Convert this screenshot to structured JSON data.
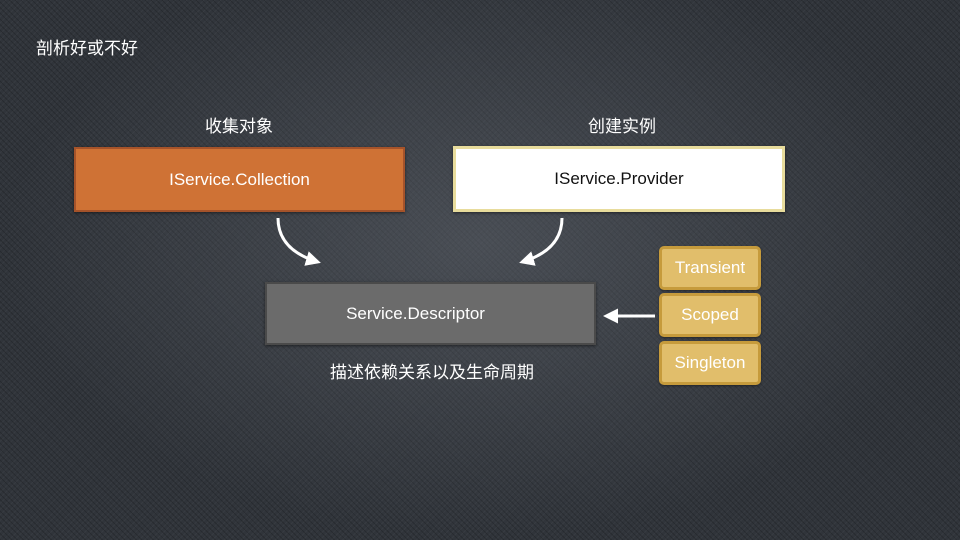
{
  "slide": {
    "title": "剖析好或不好"
  },
  "diagram": {
    "collection": {
      "caption": "收集对象",
      "label": "IService.Collection"
    },
    "provider": {
      "caption": "创建实例",
      "label": "IService.Provider"
    },
    "descriptor": {
      "label": "Service.Descriptor",
      "caption": "描述依赖关系以及生命周期"
    },
    "lifetimes": [
      {
        "label": "Transient"
      },
      {
        "label": "Scoped"
      },
      {
        "label": "Singleton"
      }
    ]
  },
  "colors": {
    "collection_fill": "#cf7235",
    "provider_fill": "#ffffff",
    "descriptor_fill": "#6b6b6b",
    "lifetime_fill": "#e1be6b",
    "background": "#30343a"
  }
}
